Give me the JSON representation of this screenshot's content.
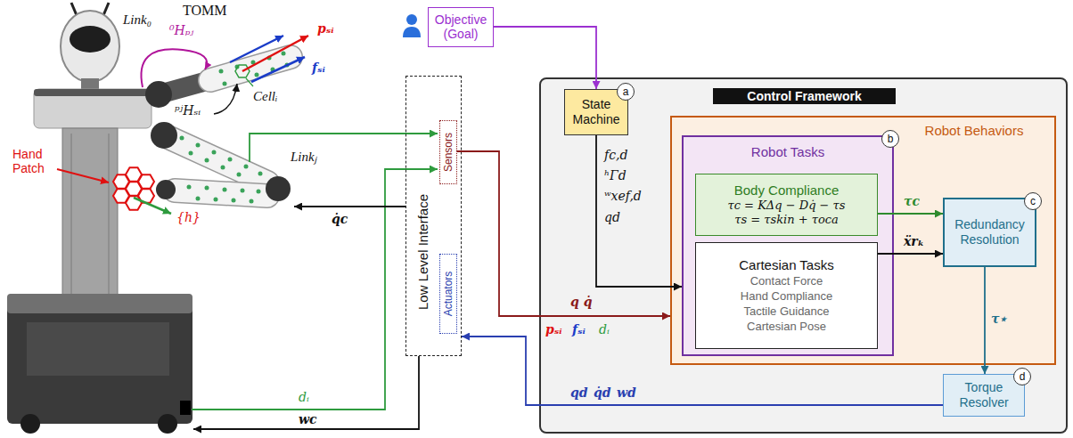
{
  "diagram": {
    "nodes": [
      {
        "text": [
          "Objective (Goal)"
        ]
      },
      {
        "text": [
          "Low Level Interface"
        ]
      },
      {
        "text": [
          "Sensors"
        ],
        "in": 1
      },
      {
        "text": [
          "Actuators"
        ],
        "in": 1
      },
      {
        "text": [
          "Control Framework"
        ]
      },
      {
        "text": [
          "State Machine",
          "a"
        ],
        "in": 4
      },
      {
        "text": [
          "Robot Behaviors"
        ],
        "in": 4
      },
      {
        "text": [
          "Robot Tasks",
          "b"
        ],
        "in": 6
      },
      {
        "text": [
          "Body Compliance",
          "τc = KΔq − Dq̇ − τs",
          "τs = τskin + τoca"
        ],
        "in": 7
      },
      {
        "text": [
          "Cartesian Tasks",
          "Contact Force",
          "Hand Compliance",
          "Tactile Guidance",
          "Cartesian Pose"
        ],
        "in": 7
      },
      {
        "text": [
          "Redundancy Resolution",
          "c"
        ],
        "in": 6
      },
      {
        "text": [
          "Torque Resolver",
          "d"
        ],
        "in": 4
      }
    ],
    "edges": [
      {
        "from": 0,
        "to": 5,
        "arrow": "to"
      },
      {
        "from": 5,
        "to": 7,
        "arrow": "to"
      },
      {
        "from": 8,
        "to": 10,
        "label": "τc",
        "arrow": "to"
      },
      {
        "from": 9,
        "to": 10,
        "label": "ẍrₖ",
        "arrow": "to"
      },
      {
        "from": 10,
        "to": 11,
        "label": "τ⋆",
        "arrow": "to"
      },
      {
        "from": 11,
        "to": 1,
        "arrow": "to"
      },
      {
        "from": 2,
        "to": 6,
        "arrow": "to"
      }
    ],
    "labels": [
      "TOMM",
      "Link₀",
      "⁰Hₚⱼ",
      "ᵖʲHₛᵢ",
      "pₛᵢ",
      "fₛᵢ",
      "Cellᵢ",
      "Linkⱼ",
      "Hand Patch",
      "{h}",
      "q̇c",
      "dᵢ",
      "wc",
      "q q̇",
      "pₛᵢ",
      "fₛᵢ",
      "dᵢ",
      "fc,d",
      "ʰΓd",
      "ʷxef,d",
      "qd",
      "qd",
      "q̇d",
      "wd"
    ]
  }
}
